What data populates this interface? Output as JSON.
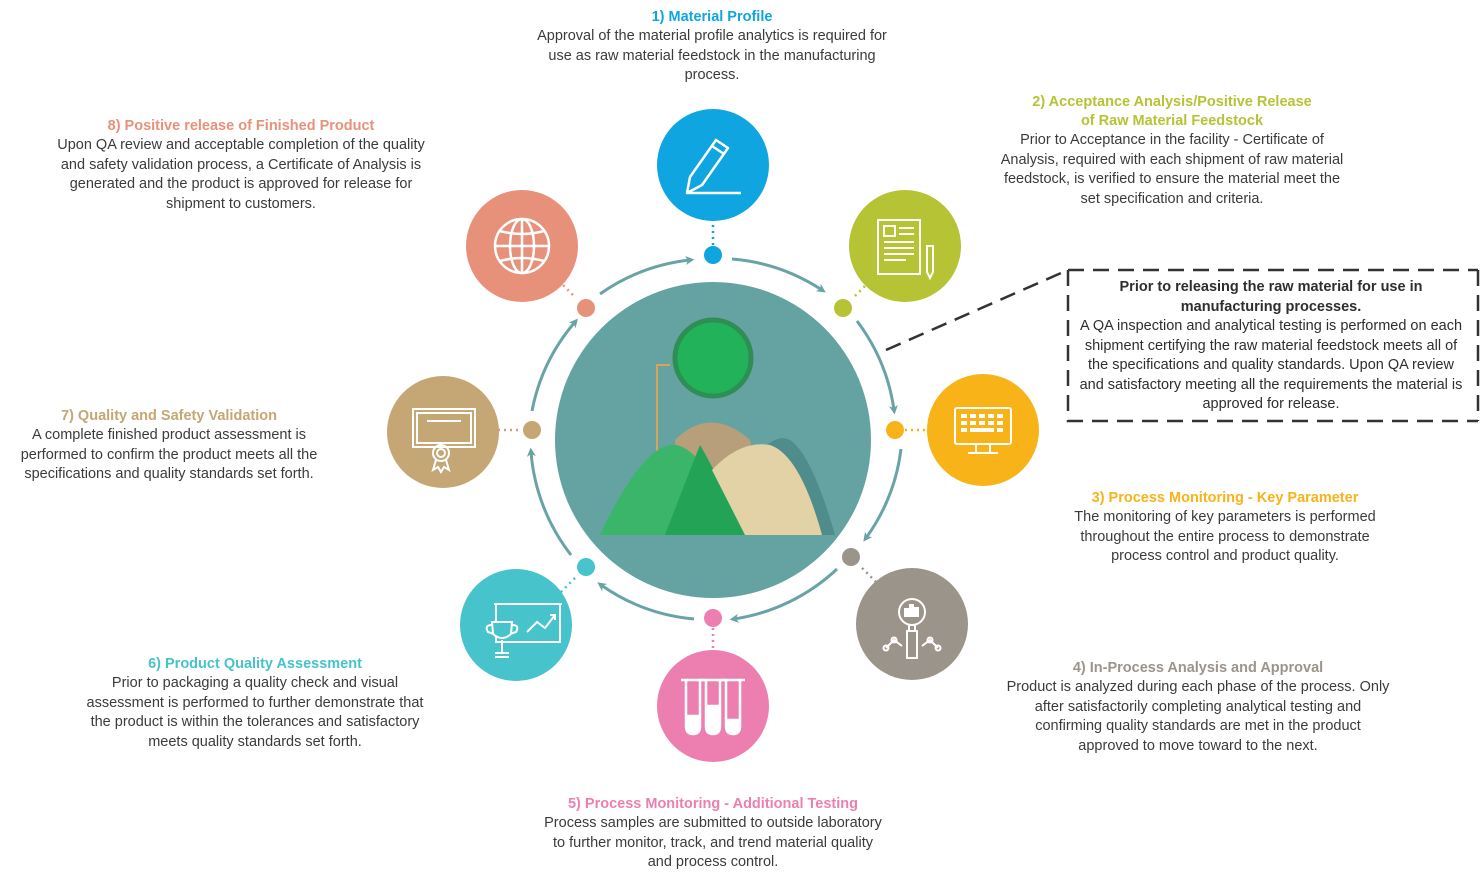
{
  "colors": {
    "s1": "#0ea5e0",
    "s2": "#b5c334",
    "s3": "#f8b318",
    "s4": "#9b948b",
    "s5": "#ec7fb0",
    "s6": "#47c3cb",
    "s7": "#c5a675",
    "s8": "#e8917a",
    "ring": "#6aa3a5",
    "center": "#64a3a2"
  },
  "steps": [
    {
      "id": "s1",
      "icon": "pencil-icon",
      "title": "1) Material Profile",
      "description": "Approval of the material profile analytics is required for use as raw material feedstock in the manufacturing process."
    },
    {
      "id": "s2",
      "icon": "document-icon",
      "title": "2) Acceptance Analysis/Positive Release of Raw Material Feedstock",
      "description": "Prior to Acceptance in the facility - Certificate of Analysis, required with each shipment of raw material feedstock, is verified to ensure the material meet the set specification and criteria."
    },
    {
      "id": "s3",
      "icon": "monitor-icon",
      "title": "3) Process Monitoring - Key Parameter",
      "description": "The monitoring of key parameters is performed throughout the entire process to demonstrate process control and product quality."
    },
    {
      "id": "s4",
      "icon": "magnifier-chart-icon",
      "title": "4) In-Process Analysis and Approval",
      "description": "Product is analyzed during each phase of the process. Only after satisfactorily completing analytical testing and confirming quality standards are met in the product approved to move toward to the next."
    },
    {
      "id": "s5",
      "icon": "test-tubes-icon",
      "title": "5) Process Monitoring - Additional Testing",
      "description": "Process samples are submitted to outside laboratory to further monitor, track, and trend material quality and process control."
    },
    {
      "id": "s6",
      "icon": "trophy-board-icon",
      "title": "6) Product Quality Assessment",
      "description": "Prior to packaging a quality check and visual assessment is performed to further demonstrate that the product is within the tolerances and satisfactory meets quality standards set forth."
    },
    {
      "id": "s7",
      "icon": "certificate-icon",
      "title": "7) Quality and Safety Validation",
      "description": "A complete finished product assessment is performed to confirm the product meets all the specifications and quality standards set forth."
    },
    {
      "id": "s8",
      "icon": "globe-icon",
      "title": "8) Positive release of Finished Product",
      "description": "Upon QA review and acceptable completion of the quality and safety validation process, a Certificate of Analysis is generated and the product is approved for release for shipment to customers."
    }
  ],
  "callout": {
    "title": "Prior to releasing the raw material for use in manufacturing processes.",
    "body": "A QA inspection and analytical testing is performed on each shipment certifying the raw material feedstock meets all of the specifications and quality standards. Upon QA review and satisfactory meeting all the requirements the material is approved for release."
  }
}
